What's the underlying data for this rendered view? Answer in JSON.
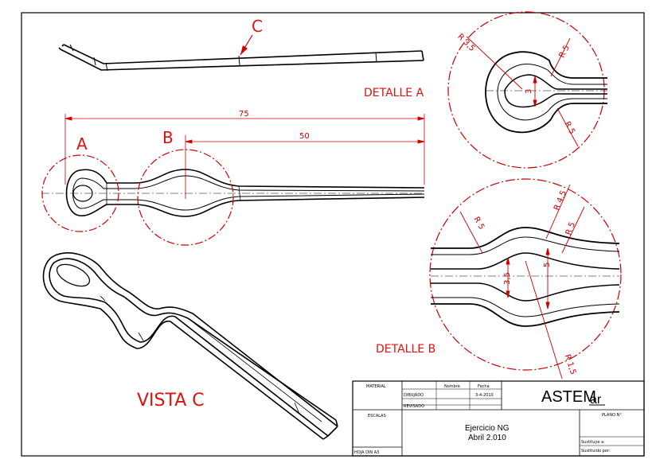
{
  "drawing": {
    "colors": {
      "ink": "#000000",
      "dimension": "#cc0000",
      "label": "#e01010"
    },
    "labels": {
      "view_c_marker": "C",
      "detail_a_marker": "A",
      "detail_b_marker": "B",
      "detail_a_title": "DETALLE A",
      "detail_b_title": "DETALLE B",
      "view_c_title": "VISTA C"
    },
    "dimensions": {
      "overall_length": "75",
      "partial_length": "50",
      "a_r35": "R 3,5",
      "a_r5_top": "R 5",
      "a_r5_bottom": "R 5",
      "a_width3": "3",
      "b_r45": "R 4,5",
      "b_r5_left": "R 5",
      "b_r5_right": "R 5",
      "b_h35": "3,5",
      "b_h5": "5",
      "b_r15": "R 1,5"
    }
  },
  "title_block": {
    "material_label": "MATERIAL",
    "col_name": "Nombre",
    "col_date": "Fecha",
    "drawn_label": "DIBUJADO",
    "drawn_date": "3-4-2010",
    "revised_label": "REVISADO",
    "logo_main": "ASTEM",
    "logo_suffix": "ar",
    "scale_label": "ESCALAS",
    "title": "Ejercicio NG",
    "date": "Abril 2.010",
    "plan_label": "PLANO N°",
    "sheet_label": "HOJA DIN A3",
    "replaces_label": "Sustituye a:",
    "replaced_by_label": "Sustituido por:"
  }
}
